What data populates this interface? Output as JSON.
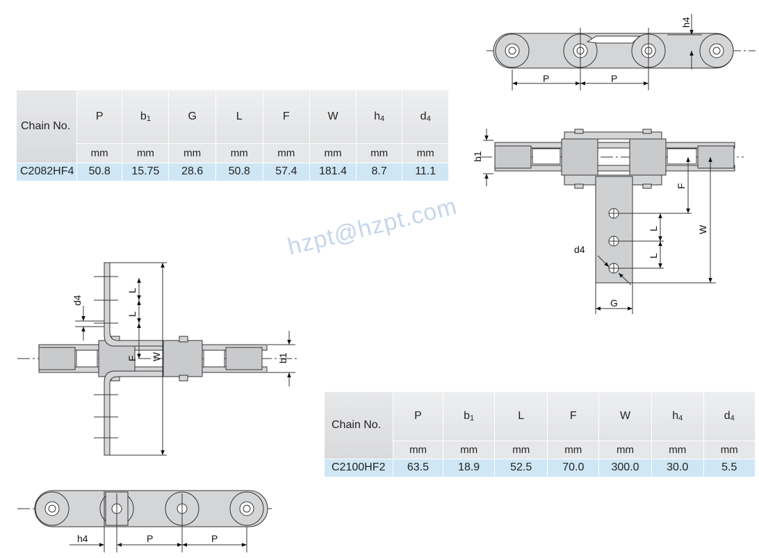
{
  "table1": {
    "chain_label": "Chain No.",
    "symbols": [
      "P",
      "b",
      "G",
      "L",
      "F",
      "W",
      "h",
      "d"
    ],
    "subscripts": [
      "",
      "1",
      "",
      "",
      "",
      "",
      "4",
      "4"
    ],
    "units": [
      "mm",
      "mm",
      "mm",
      "mm",
      "mm",
      "mm",
      "mm",
      "mm"
    ],
    "row": {
      "name": "C2082HF4",
      "values": [
        "50.8",
        "15.75",
        "28.6",
        "50.8",
        "57.4",
        "181.4",
        "8.7",
        "11.1"
      ]
    }
  },
  "table2": {
    "chain_label": "Chain No.",
    "symbols": [
      "P",
      "b",
      "L",
      "F",
      "W",
      "h",
      "d"
    ],
    "subscripts": [
      "",
      "1",
      "",
      "",
      "",
      "4",
      "4"
    ],
    "units": [
      "mm",
      "mm",
      "mm",
      "mm",
      "mm",
      "mm",
      "mm"
    ],
    "row": {
      "name": "C2100HF2",
      "values": [
        "63.5",
        "18.9",
        "52.5",
        "70.0",
        "300.0",
        "30.0",
        "5.5"
      ]
    }
  },
  "drawing_labels": {
    "P": "P",
    "L": "L",
    "F": "F",
    "W": "W",
    "G": "G",
    "b1": "b1",
    "h4": "h4",
    "d4": "d4"
  },
  "watermark": "hzpt@hzpt.com",
  "colors": {
    "row_highlight": "#cfe6f4",
    "header_gray": "#e2e3e5",
    "part_fill": "#cfd0d2",
    "watermark": "#b7cde6"
  }
}
